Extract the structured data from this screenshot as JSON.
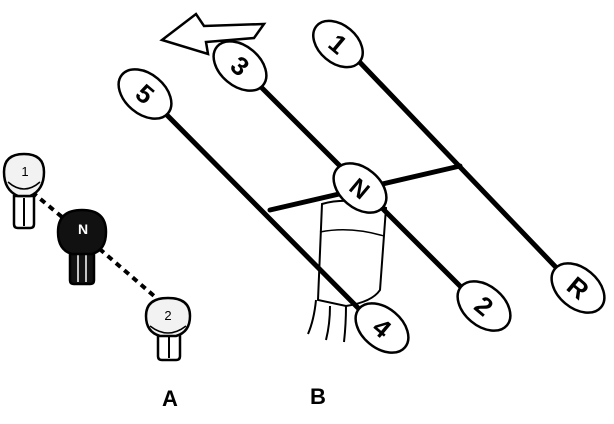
{
  "panel_a": {
    "caption": "A",
    "knobs": [
      {
        "label": "1",
        "style": "light"
      },
      {
        "label": "N",
        "style": "dark"
      },
      {
        "label": "2",
        "style": "light"
      }
    ]
  },
  "panel_b": {
    "caption": "B",
    "gates": {
      "five": "5",
      "three": "3",
      "one": "1",
      "neutral": "N",
      "four": "4",
      "two": "2",
      "reverse": "R"
    }
  },
  "colors": {
    "ink": "#000000",
    "paper": "#ffffff",
    "knob_light": "#f2f2f2",
    "knob_dark": "#111111"
  }
}
